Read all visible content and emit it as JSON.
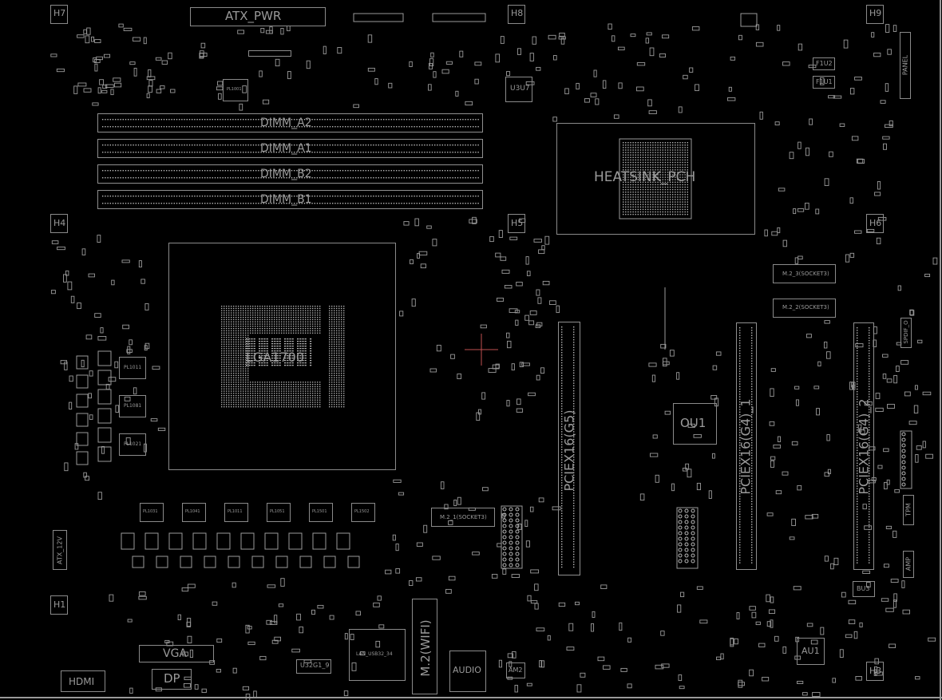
{
  "colors": {
    "background": "#000000",
    "silkscreen": "#9a9a9a",
    "pin": "#b8b8b8",
    "marker_red": "#c05050"
  },
  "labels": {
    "atx_pwr": "ATX_PWR",
    "atx_12v": "ATX_12V",
    "dimm_a2": "DIMM_A2",
    "dimm_a1": "DIMM_A1",
    "dimm_b2": "DIMM_B2",
    "dimm_b1": "DIMM_B1",
    "heatsink_pch": "HEATSINK_PCH",
    "cpu": "LGA1700",
    "pcie_g5": "PCIEX16(G5)",
    "pcie_g4_1": "PCIEX16(G4)_1",
    "pcie_g4_2": "PCIEX16(G4)_2",
    "m2_3": "M.2_3(SOCKET3)",
    "m2_2": "M.2_2(SOCKET3)",
    "m2_1": "M.2_1(SOCKET3)",
    "m2_wifi": "M.2(WIFI)",
    "ou1": "OU1",
    "au1": "AU1",
    "bu3": "BU3",
    "u3u7": "U3U7",
    "vga": "VGA",
    "hdmi": "HDMI",
    "dp": "DP",
    "audio": "AUDIO",
    "lan": "LAN_USB32_34",
    "u32g1": "U32G1_9",
    "am2": "AM2",
    "panel": "PANEL",
    "f1u2": "F1U2",
    "f1u1": "F1U1",
    "tpm": "TPM",
    "amp": "AMP",
    "spdif": "SPDIF_O",
    "holes": [
      "H7",
      "H8",
      "H9",
      "H4",
      "H5",
      "H6",
      "H1",
      "H3"
    ],
    "chokes_left": [
      "PL1011",
      "PL1081",
      "PL1021"
    ],
    "chokes_bottom": [
      "PL1031",
      "PL1041",
      "PL1011",
      "PL1051",
      "PL1501",
      "PL1502"
    ],
    "choke_top": "PL1001"
  }
}
